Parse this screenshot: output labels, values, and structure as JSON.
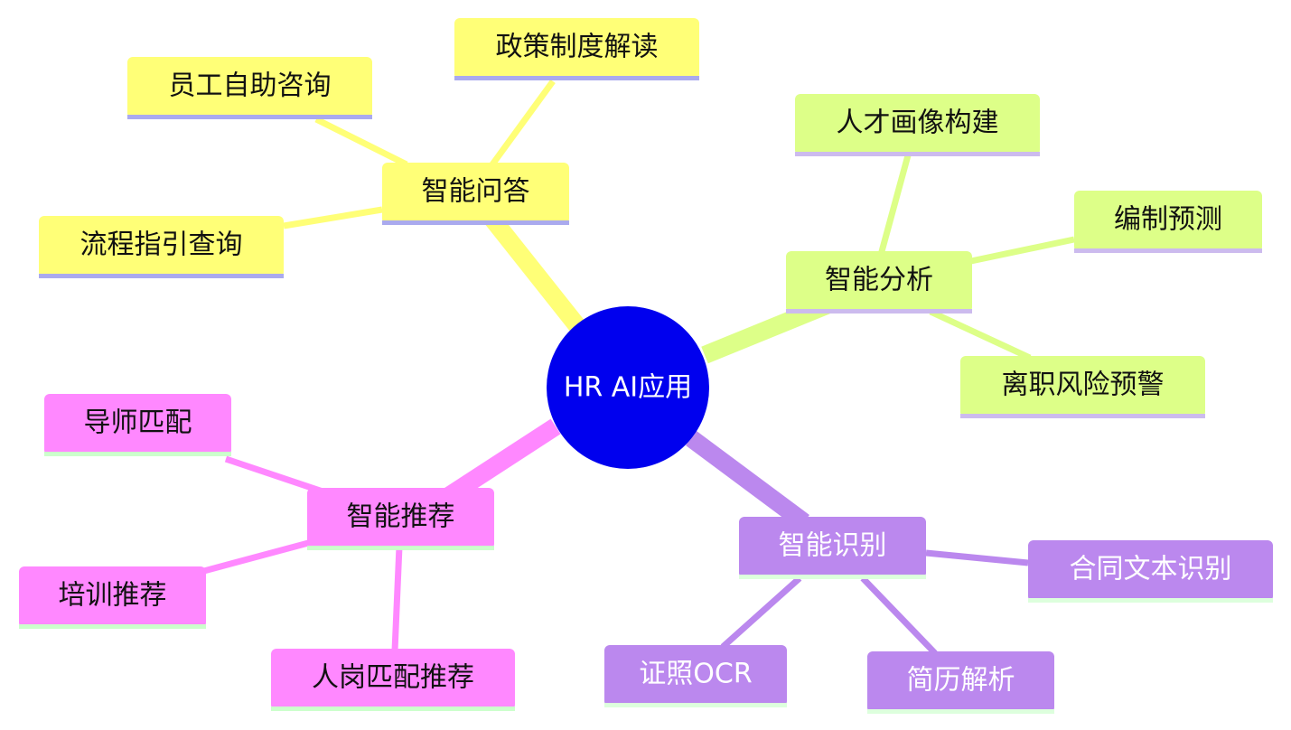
{
  "center": {
    "label": "HR AI应用",
    "color": "#0000ee",
    "text_color": "#ffffff"
  },
  "branches": [
    {
      "id": "qa",
      "label": "智能问答",
      "color": "#ffff77",
      "link_color": "#ffff77",
      "underline_color": "#aaaaee",
      "text_color": "#111111",
      "children": [
        {
          "id": "qa-policy",
          "label": "政策制度解读"
        },
        {
          "id": "qa-self",
          "label": "员工自助咨询"
        },
        {
          "id": "qa-process",
          "label": "流程指引查询"
        }
      ]
    },
    {
      "id": "analysis",
      "label": "智能分析",
      "color": "#ddff88",
      "link_color": "#ddff88",
      "underline_color": "#ccbbee",
      "text_color": "#111111",
      "children": [
        {
          "id": "an-talent",
          "label": "人才画像构建"
        },
        {
          "id": "an-staffing",
          "label": "编制预测"
        },
        {
          "id": "an-risk",
          "label": "离职风险预警"
        }
      ]
    },
    {
      "id": "recommend",
      "label": "智能推荐",
      "color": "#ff88ff",
      "link_color": "#ff88ff",
      "underline_color": "#ccffcc",
      "text_color": "#111111",
      "children": [
        {
          "id": "re-mentor",
          "label": "导师匹配"
        },
        {
          "id": "re-training",
          "label": "培训推荐"
        },
        {
          "id": "re-job",
          "label": "人岗匹配推荐"
        }
      ]
    },
    {
      "id": "recognize",
      "label": "智能识别",
      "color": "#bb88ee",
      "link_color": "#bb88ee",
      "underline_color": "#ddffdd",
      "text_color": "#ffffff",
      "children": [
        {
          "id": "rc-contract",
          "label": "合同文本识别"
        },
        {
          "id": "rc-ocr",
          "label": "证照OCR"
        },
        {
          "id": "rc-resume",
          "label": "简历解析"
        }
      ]
    }
  ]
}
